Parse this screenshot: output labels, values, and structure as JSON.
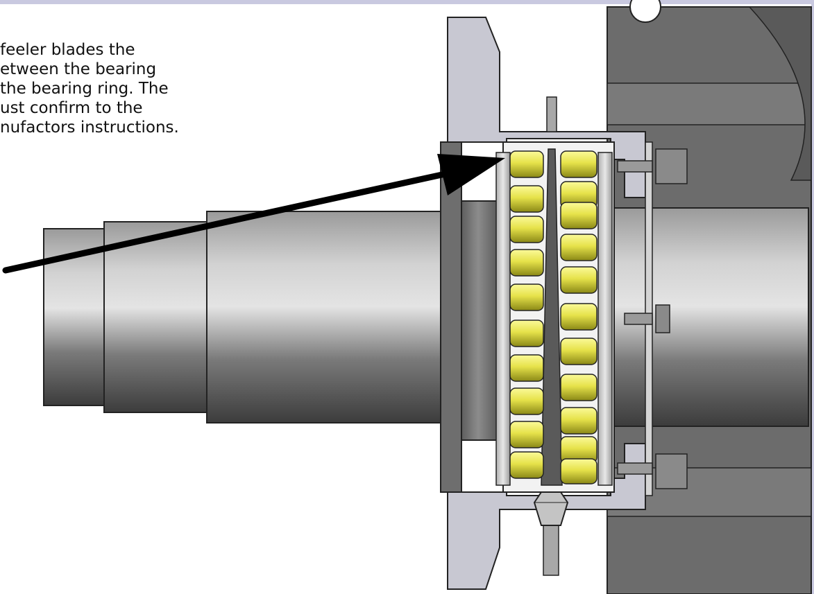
{
  "instruction": {
    "lines": [
      "feeler blades the",
      "etween the bearing",
      "the bearing ring. The",
      "ust confirm to the",
      "nufactors instructions."
    ]
  },
  "colors": {
    "roller": "#e6e24a",
    "roller_dark": "#9c9a1c",
    "steel_light": "#d8d8d8",
    "steel_mid": "#9a9a9a",
    "steel_dark": "#4a4a4a",
    "border": "#c9c9e0",
    "arrow": "#000000"
  },
  "icons": {
    "pointer": "arrow-icon",
    "fastener": "bolt-icon"
  }
}
